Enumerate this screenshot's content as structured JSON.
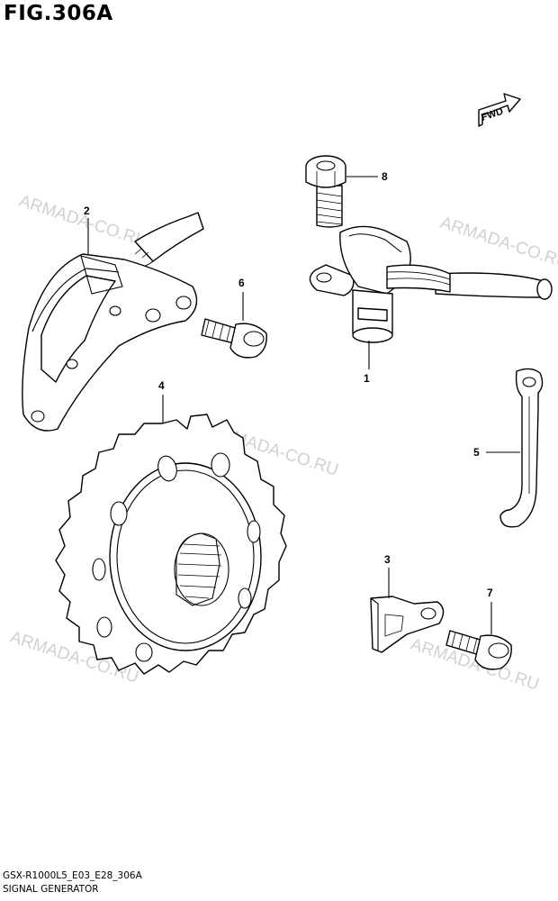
{
  "header": {
    "figure_title": "FIG.306A"
  },
  "fwd_label": "FWD",
  "watermark": "ARMADA-CO.RU",
  "callouts": [
    {
      "id": "callout-8",
      "label": "8"
    },
    {
      "id": "callout-2",
      "label": "2"
    },
    {
      "id": "callout-6",
      "label": "6"
    },
    {
      "id": "callout-1",
      "label": "1"
    },
    {
      "id": "callout-4",
      "label": "4"
    },
    {
      "id": "callout-5",
      "label": "5"
    },
    {
      "id": "callout-3",
      "label": "3"
    },
    {
      "id": "callout-7",
      "label": "7"
    }
  ],
  "footer": {
    "model_code": "GSX-R1000L5_E03_E28_306A",
    "section_name": "SIGNAL GENERATOR"
  }
}
